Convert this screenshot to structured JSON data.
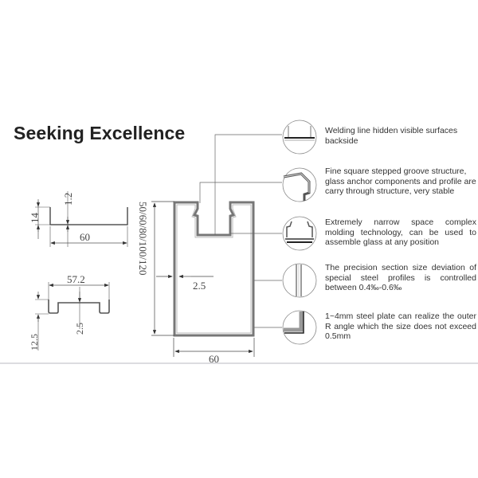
{
  "title": "Seeking Excellence",
  "features": [
    {
      "icon": "welding-line-detail-icon",
      "text": "Welding line hidden visible surfaces backside"
    },
    {
      "icon": "stepped-groove-detail-icon",
      "text": "Fine square stepped groove structure, glass anchor components and profile are carry through  structure, very stable"
    },
    {
      "icon": "narrow-molding-detail-icon",
      "text": "Extremely narrow space complex molding technology, can be used to assemble glass at any position"
    },
    {
      "icon": "precision-section-detail-icon",
      "text": "The precision section size deviation of special steel profiles is controlled between 0.4‰-0.6‰"
    },
    {
      "icon": "outer-r-angle-detail-icon",
      "text": "1~4mm steel plate can realize the outer R angle which the size does not exceed 0.5mm"
    }
  ],
  "dimensions": {
    "channel_top": {
      "height": "14",
      "thickness": "1.2",
      "width": "60"
    },
    "channel_bottom": {
      "width": "57.2",
      "groove_depth": "2.5",
      "height": "12.5"
    },
    "main_profile": {
      "height": "50/60/80/100/120",
      "wall": "2.5",
      "width": "60"
    }
  }
}
